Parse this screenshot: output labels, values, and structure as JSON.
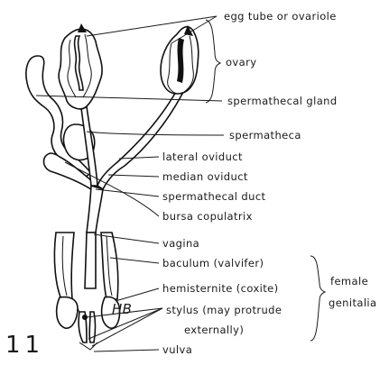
{
  "figure": {
    "number": "11",
    "artist_mark": "HB"
  },
  "labels": {
    "egg_tube": "egg tube or ovariole",
    "ovary": "ovary",
    "spermathecal_gland": "spermathecal gland",
    "spermatheca": "spermatheca",
    "lateral_oviduct": "lateral oviduct",
    "median_oviduct": "median oviduct",
    "spermathecal_duct": "spermathecal duct",
    "bursa_copulatrix": "bursa copulatrix",
    "vagina": "vagina",
    "baculum": "baculum (valvifer)",
    "hemisternite": "hemisternite (coxite)",
    "stylus_1": "stylus (may protrude",
    "stylus_2": "externally)",
    "vulva": "vulva",
    "female_1": "female",
    "female_2": "genitalia"
  },
  "colors": {
    "ink": "#111111",
    "paper": "#ffffff"
  }
}
